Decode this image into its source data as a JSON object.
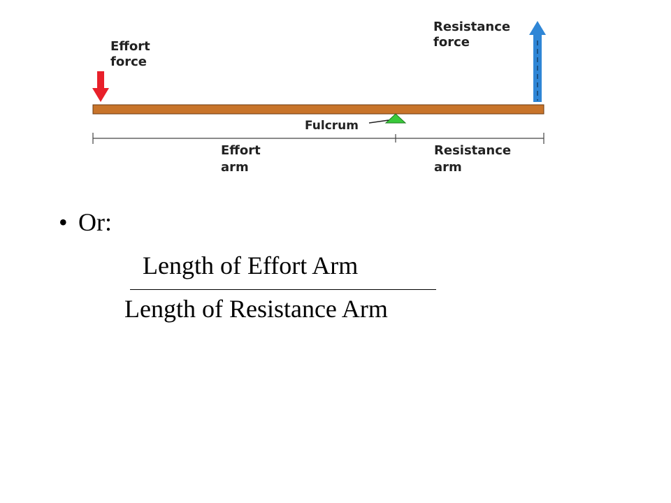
{
  "diagram": {
    "labels": {
      "effort_force": [
        "Effort",
        "force"
      ],
      "resistance_force": [
        "Resistance",
        "force"
      ],
      "fulcrum": "Fulcrum",
      "effort_arm": [
        "Effort",
        "arm"
      ],
      "resistance_arm": [
        "Resistance",
        "arm"
      ]
    },
    "colors": {
      "lever": "#c8742a",
      "effort_arrow": "#e8202a",
      "resistance_arrow": "#2f86d6",
      "fulcrum": "#39c93a"
    }
  },
  "content": {
    "bullet": "•",
    "bullet_text": "Or:",
    "numerator": "Length of Effort Arm",
    "denominator": "Length of Resistance Arm"
  }
}
